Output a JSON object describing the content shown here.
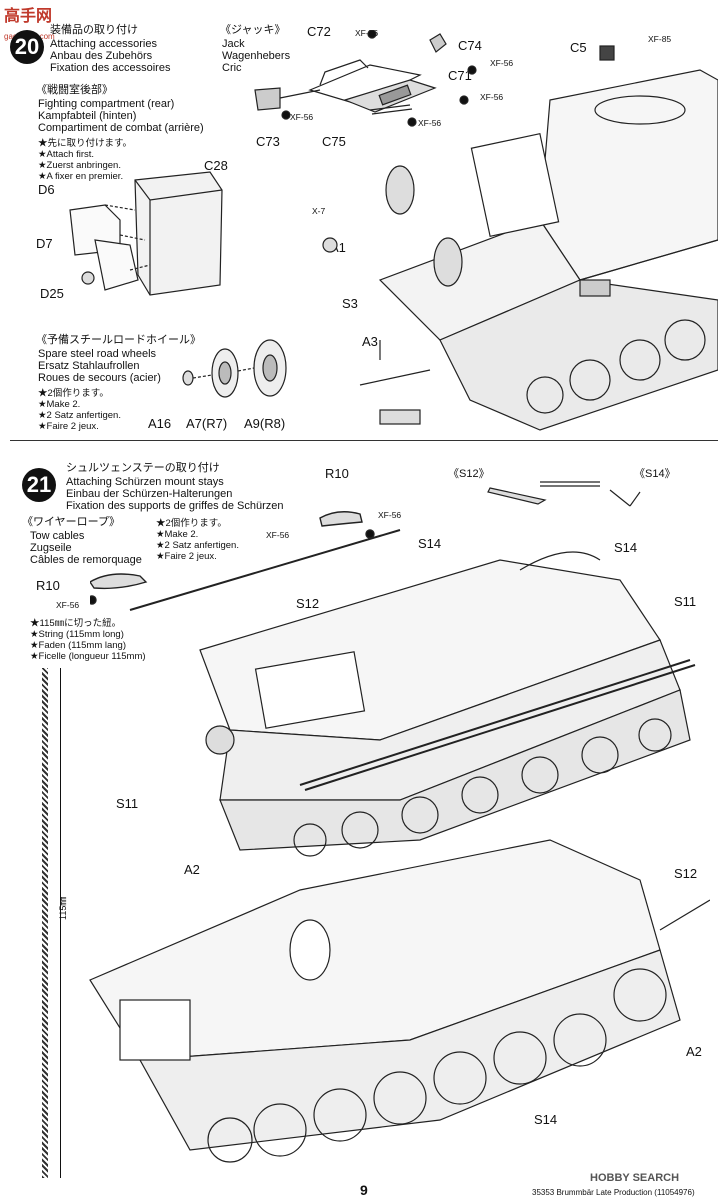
{
  "header": {
    "logo_text": "高手网",
    "site_text": "gao-shou.com"
  },
  "step20": {
    "number": "20",
    "title_jp": "装備品の取り付け",
    "title_en": "Attaching accessories",
    "title_de": "Anbau des Zubehörs",
    "title_fr": "Fixation des accessoires",
    "jack_jp": "《ジャッキ》",
    "jack_en": "Jack",
    "jack_de": "Wagenhebers",
    "jack_fr": "Cric",
    "fight_jp": "《戦闘室後部》",
    "fight_en": "Fighting compartment (rear)",
    "fight_de": "Kampfabteil (hinten)",
    "fight_fr": "Compartiment de combat (arrière)",
    "attach_jp": "★先に取り付けます。",
    "attach_en": "★Attach first.",
    "attach_de": "★Zuerst anbringen.",
    "attach_fr": "★A fixer en premier.",
    "spare_jp": "《予備スチールロードホイール》",
    "spare_en": "Spare steel road wheels",
    "spare_de": "Ersatz Stahlaufrollen",
    "spare_fr": "Roues de secours (acier)",
    "make_jp": "★2個作ります。",
    "make_en": "★Make 2.",
    "make_de": "★2 Satz anfertigen.",
    "make_fr": "★Faire 2 jeux.",
    "labels": {
      "c72": "C72",
      "c74": "C74",
      "c71": "C71",
      "c73": "C73",
      "c75": "C75",
      "c5": "C5",
      "c28": "C28",
      "d6": "D6",
      "d7": "D7",
      "d25": "D25",
      "a1": "A1",
      "s3": "S3",
      "a3": "A3",
      "a16": "A16",
      "a7": "A7(R7)",
      "a9": "A9(R8)"
    },
    "codes": {
      "xf56": "XF-56",
      "xf85": "XF-85",
      "x7": "X-7"
    }
  },
  "step21": {
    "number": "21",
    "title_jp": "シュルツェンステーの取り付け",
    "title_en": "Attaching Schürzen mount stays",
    "title_de": "Einbau der Schürzen-Halterungen",
    "title_fr": "Fixation des supports de griffes de Schürzen",
    "tow_jp": "《ワイヤーロープ》",
    "tow_en": "Tow cables",
    "tow_de": "Zugseile",
    "tow_fr": "Câbles de remorquage",
    "make_jp": "★2個作ります。",
    "make_en": "★Make 2.",
    "make_de": "★2 Satz anfertigen.",
    "make_fr": "★Faire 2 jeux.",
    "string_jp": "★115㎜に切った紐。",
    "string_en": "★String (115mm long)",
    "string_de": "★Faden (115mm lang)",
    "string_fr": "★Ficelle (longueur 115mm)",
    "s12_header": "《S12》",
    "s14_header": "《S14》",
    "length": "115㎜",
    "labels": {
      "r10a": "R10",
      "r10b": "R10",
      "s14a": "S14",
      "s14b": "S14",
      "s12a": "S12",
      "s11a": "S11",
      "s11b": "S11",
      "a2a": "A2",
      "s12b": "S12",
      "a2b": "A2",
      "s14c": "S14"
    },
    "codes": {
      "xf56": "XF-56"
    }
  },
  "footer": {
    "page_number": "9",
    "product": "35353 Brummbär Late Production (11054976)",
    "watermark": "HOBBY SEARCH"
  }
}
